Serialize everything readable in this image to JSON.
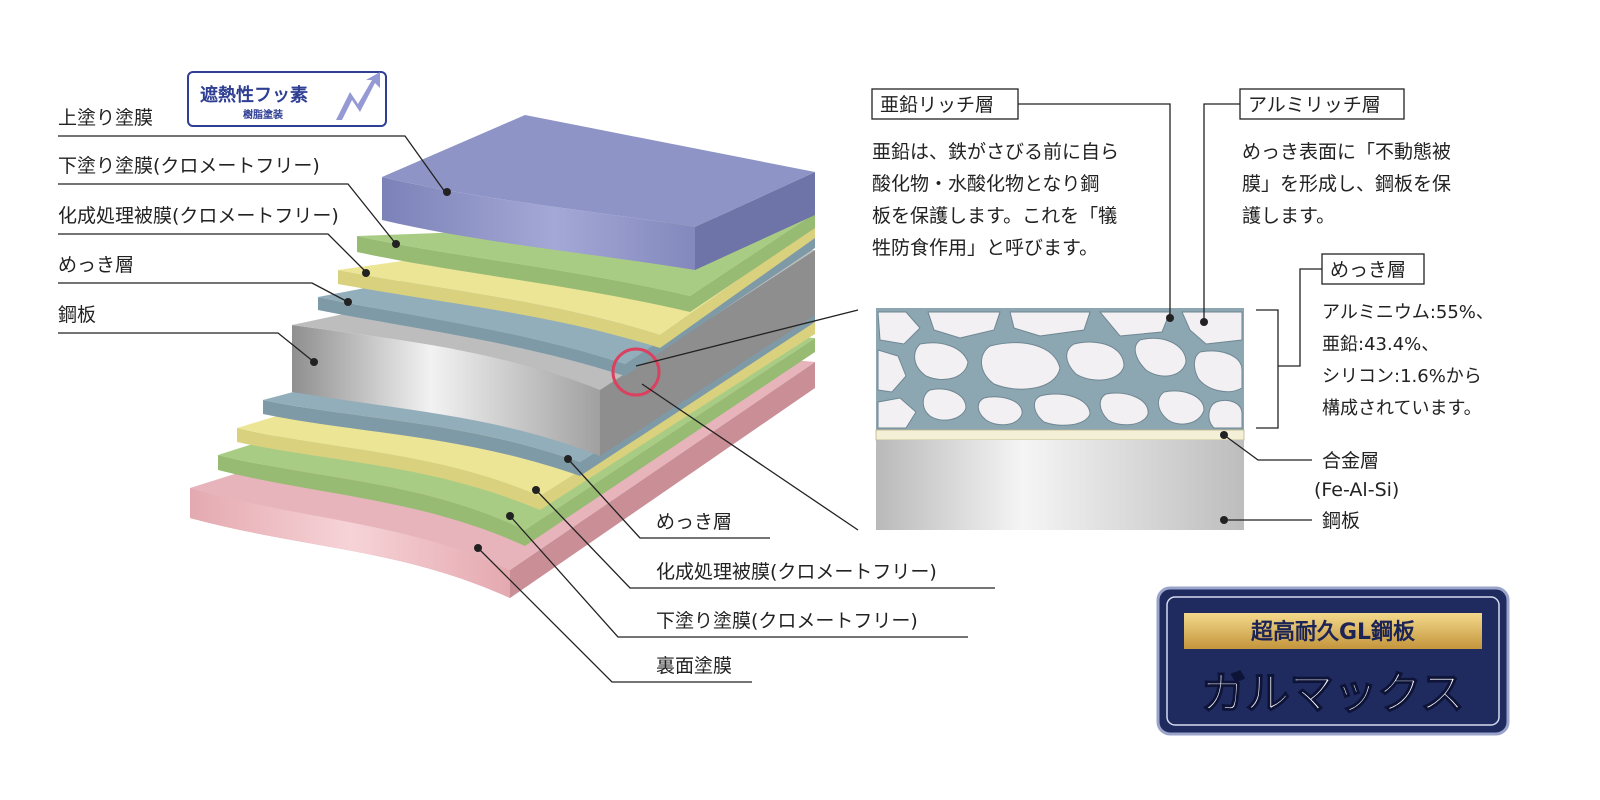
{
  "badge": {
    "title": "遮熱性フッ素",
    "subtitle": "樹脂塗装"
  },
  "left_labels": {
    "top_coat": "上塗り塗膜",
    "primer": "下塗り塗膜(クロメートフリー)",
    "chemical": "化成処理被膜(クロメートフリー)",
    "plating": "めっき層",
    "steel": "鋼板"
  },
  "bottom_labels": {
    "plating": "めっき層",
    "chemical": "化成処理被膜(クロメートフリー)",
    "primer": "下塗り塗膜(クロメートフリー)",
    "back_coat": "裏面塗膜"
  },
  "zinc": {
    "title": "亜鉛リッチ層",
    "lines": [
      "亜鉛は、鉄がさびる前に自ら",
      "酸化物・水酸化物となり鋼",
      "板を保護します。これを「犠",
      "牲防食作用」と呼びます。"
    ]
  },
  "aluminum": {
    "title": "アルミリッチ層",
    "lines": [
      "めっき表面に「不動態被",
      "膜」を形成し、鋼板を保",
      "護します。"
    ]
  },
  "plating_layer": {
    "title": "めっき層",
    "lines": [
      "アルミニウム:55%、",
      "亜鉛:43.4%、",
      "シリコン:1.6%から",
      "構成されています。"
    ]
  },
  "alloy": {
    "line1": "合金層",
    "line2": "(Fe-Al-Si)"
  },
  "steel_label": "鋼板",
  "brand": {
    "top": "超高耐久GL鋼板",
    "main": "ガルマックス"
  },
  "colors": {
    "top_coat": "#8f94c6",
    "primer": "#a9cc84",
    "chemical": "#ede596",
    "plating": "#93aebb",
    "steel": "#b8b8b8",
    "back_coat": "#ecb7bd",
    "brand_navy": "#1f2a5e",
    "brand_gold": "#d8b25a",
    "highlight_circle": "#d9415f"
  }
}
